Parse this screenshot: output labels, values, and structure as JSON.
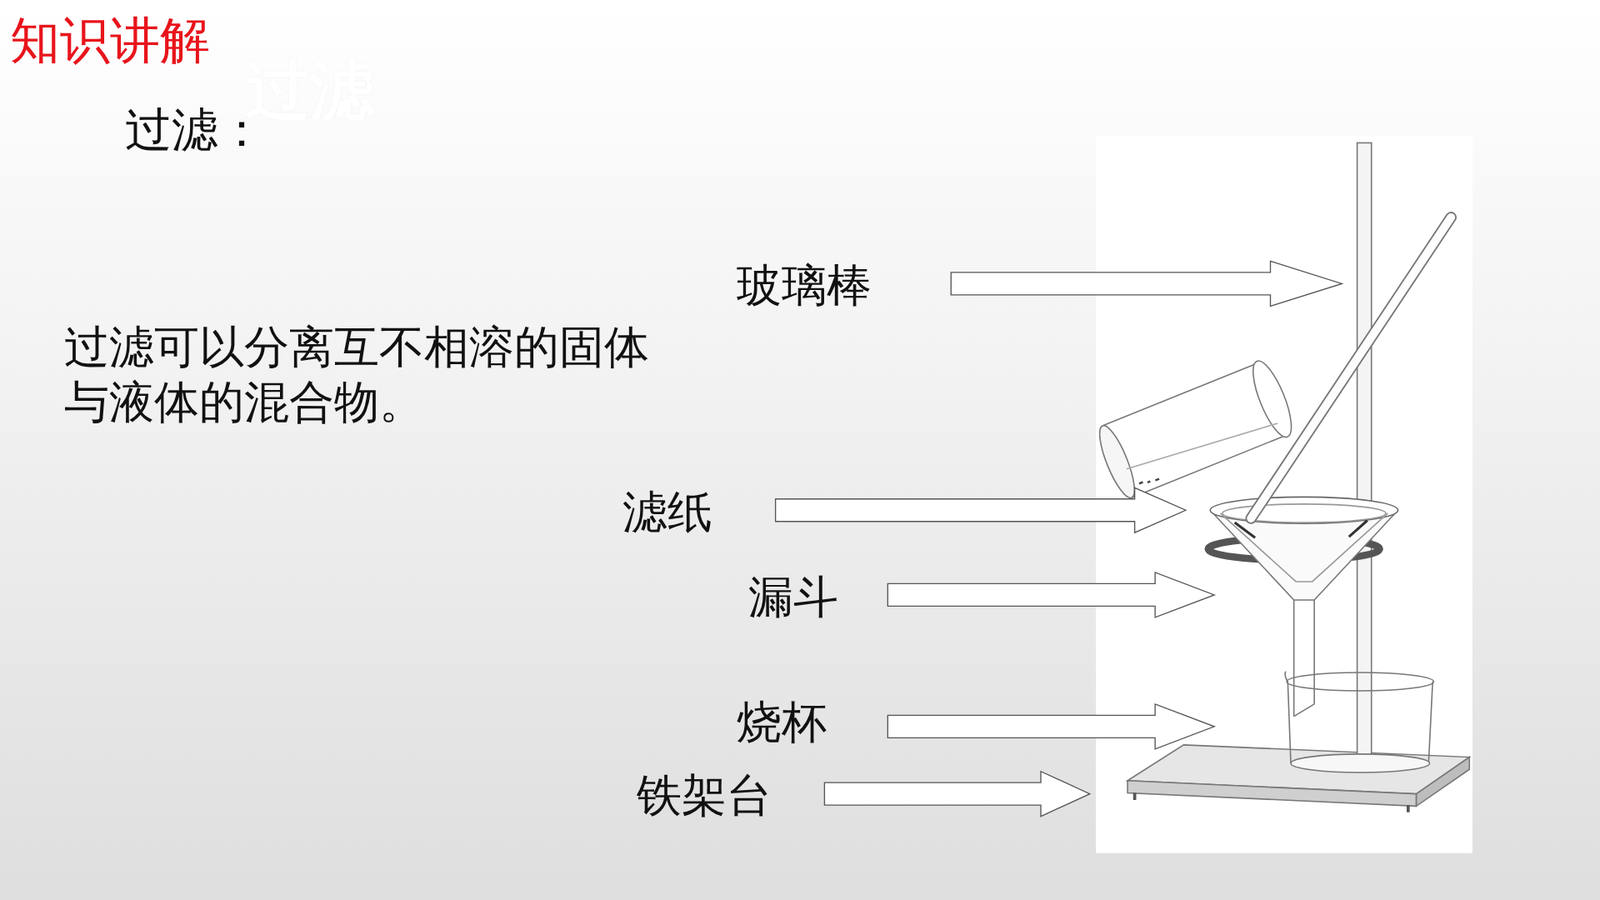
{
  "diagram": {
    "title": "过滤：",
    "labels": [
      "知识讲解",
      "过滤",
      "过滤可以分离互不相溶的固体 与液体的混合物。",
      "玻璃棒",
      "滤纸",
      "漏斗",
      "烧杯",
      "铁架台"
    ]
  }
}
